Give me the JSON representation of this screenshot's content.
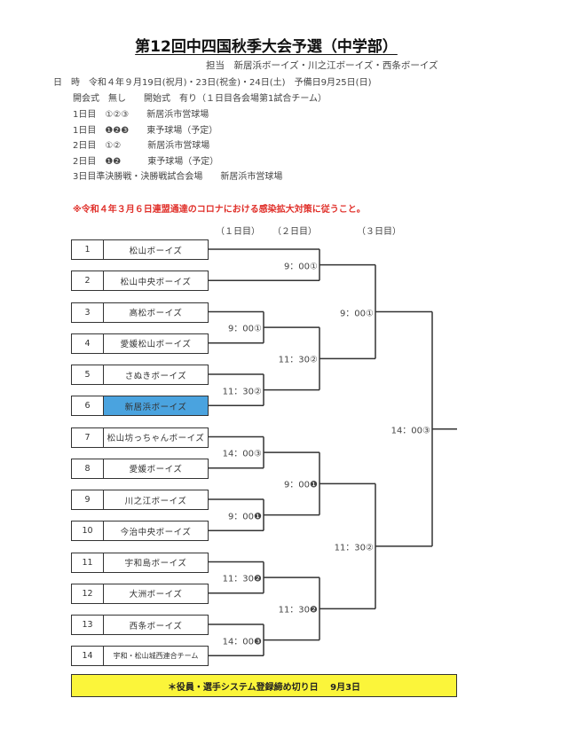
{
  "title": "第12回中四国秋季大会予選（中学部）",
  "organizer": "担当　新居浜ボーイズ・川之江ボーイズ・西条ボーイズ",
  "schedule": "日　時　令和４年９月19日(祝月)・23日(祝金)・24日(土)　予備日9月25日(日)",
  "ceremony": "開会式　無し　　開始式　有り（１日目各会場第1試合チーム）",
  "venues": [
    "1日目　①②③　　新居浜市営球場",
    "1日目　❶❷❸　　東予球場（予定）",
    "2日目　①②　　　新居浜市営球場",
    "2日目　❶❷　　　東予球場（予定）",
    "3日目準決勝戦・決勝戦試合会場　　新居浜市営球場"
  ],
  "covid_notice": "※令和４年３月６日連盟通達のコロナにおける感染拡大対策に従うこと。",
  "rounds": [
    "（１日目）",
    "（２日目）",
    "（３日目）"
  ],
  "teams": [
    {
      "no": "1",
      "name": "松山ボーイズ"
    },
    {
      "no": "2",
      "name": "松山中央ボーイズ"
    },
    {
      "no": "3",
      "name": "高松ボーイズ"
    },
    {
      "no": "4",
      "name": "愛媛松山ボーイズ"
    },
    {
      "no": "5",
      "name": "さぬきボーイズ"
    },
    {
      "no": "6",
      "name": "新居浜ボーイズ",
      "highlight": true
    },
    {
      "no": "7",
      "name": "松山坊っちゃんボーイズ"
    },
    {
      "no": "8",
      "name": "愛媛ボーイズ"
    },
    {
      "no": "9",
      "name": "川之江ボーイズ"
    },
    {
      "no": "10",
      "name": "今治中央ボーイズ"
    },
    {
      "no": "11",
      "name": "宇和島ボーイズ"
    },
    {
      "no": "12",
      "name": "大洲ボーイズ"
    },
    {
      "no": "13",
      "name": "西条ボーイズ"
    },
    {
      "no": "14",
      "name": "宇和・松山城西連合チーム"
    }
  ],
  "matches": {
    "r1_3_4": "9：00①",
    "r1_5_6": "11：30②",
    "r1_7_8": "14：00③",
    "r1_9_10": "9：00❶",
    "r1_11_12": "11：30❷",
    "r1_13_14": "14：00❸",
    "r2_1_2": "9：00①",
    "r2_3_6": "11：30②",
    "r2_7_10": "9：00❶",
    "r2_11_14": "11：30❷",
    "sf_top": "9：00①",
    "sf_bottom": "11：30②",
    "final": "14：00③"
  },
  "deadline_notice": "＊役員・選手システム登録締め切り日　 9月3日",
  "colors": {
    "highlight": "#4aa3df",
    "notice_bg": "#fbf53a",
    "warning_text": "#e0302a"
  }
}
